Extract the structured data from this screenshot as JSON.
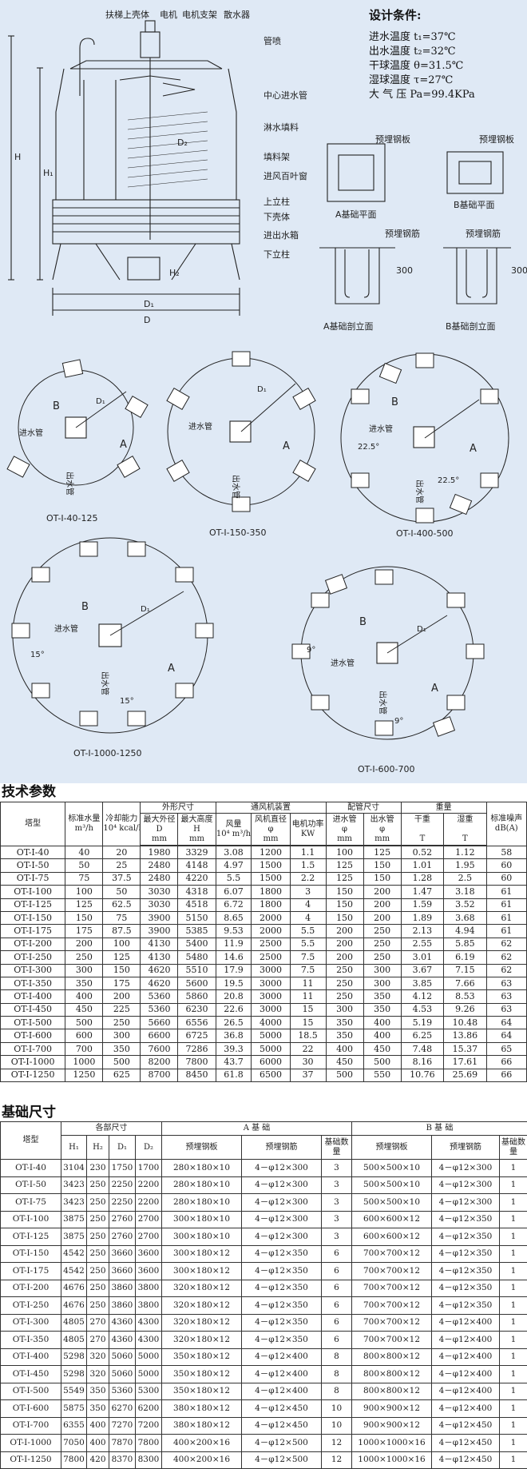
{
  "drawing": {
    "labels": {
      "ladder_top": "扶梯上壳体",
      "motor": "电机",
      "motor_bracket": "电机支架",
      "sprinkler": "散水器",
      "nozzle": "管喷",
      "center_pipe": "中心进水管",
      "fill": "淋水填料",
      "fill_frame": "填料架",
      "louver": "进风百叶窗",
      "upper_column": "上立柱",
      "lower_shell": "下壳体",
      "inlet_box": "进出水箱",
      "lower_column": "下立柱",
      "H": "H",
      "H1": "H₁",
      "H2": "H₂",
      "D": "D",
      "D1": "D₁",
      "D2": "D₂",
      "plate": "预埋钢板",
      "plate2": "预埋钢板",
      "rebar": "预埋钢筋",
      "rebar2": "预埋钢筋",
      "a_plan": "A基础平面",
      "b_plan": "B基础平面",
      "a_section": "A基础剖立面",
      "b_section": "B基础剖立面",
      "dim300a": "300",
      "dim300b": "300",
      "A": "A",
      "B": "B",
      "inlet_pipe": "进水管",
      "outlet_pipe": "出水管",
      "ang22": "22.5°",
      "ang22b": "22.5°",
      "ang15": "15°",
      "ang15b": "15°",
      "ang9": "9°",
      "ang9b": "9°"
    },
    "plans": [
      "OT-Ⅰ-40-125",
      "OT-Ⅰ-150-350",
      "OT-Ⅰ-400-500",
      "OT-Ⅰ-1000-1250",
      "OT-Ⅰ-600-700"
    ],
    "conditions": {
      "title": "设计条件:",
      "lines": [
        "进水温度 t₁=37℃",
        "出水温度 t₂=32℃",
        "干球温度 θ=31.5℃",
        "湿球温度 τ=27℃",
        "大 气 压 Pa=99.4KPa"
      ]
    }
  },
  "tech": {
    "title": "技术参数",
    "headers": {
      "tower": "塔型",
      "flow": "标准水量",
      "flow_unit": "m³/h",
      "capacity": "冷却能力",
      "capacity_unit": "10⁴ kcal/h",
      "dims_group": "外形尺寸",
      "od": "最大外径",
      "od_sym": "D",
      "od_unit": "mm",
      "height": "最大高度",
      "height_sym": "H",
      "height_unit": "mm",
      "fan_group": "通风机装置",
      "air": "风量",
      "air_unit": "10⁴ m³/h",
      "fan_dia": "风机直径",
      "fan_sym": "φ",
      "fan_unit": "mm",
      "motor": "电机功率",
      "motor_unit": "KW",
      "pipe_group": "配管尺寸",
      "inlet": "进水管",
      "inlet_sym": "φ",
      "inlet_unit": "mm",
      "outlet": "出水管",
      "outlet_sym": "φ",
      "outlet_unit": "mm",
      "weight_group": "重量",
      "dry": "干重",
      "dry_unit": "T",
      "wet": "湿重",
      "wet_unit": "T",
      "noise": "标准噪声",
      "noise_unit": "dB(A)"
    },
    "rows": [
      [
        "OT-Ⅰ-40",
        "40",
        "20",
        "1980",
        "3329",
        "3.08",
        "1200",
        "1.1",
        "100",
        "125",
        "0.52",
        "1.12",
        "58"
      ],
      [
        "OT-Ⅰ-50",
        "50",
        "25",
        "2480",
        "4148",
        "4.97",
        "1500",
        "1.5",
        "125",
        "150",
        "1.01",
        "1.95",
        "60"
      ],
      [
        "OT-Ⅰ-75",
        "75",
        "37.5",
        "2480",
        "4220",
        "5.5",
        "1500",
        "2.2",
        "125",
        "150",
        "1.28",
        "2.5",
        "60"
      ],
      [
        "OT-Ⅰ-100",
        "100",
        "50",
        "3030",
        "4318",
        "6.07",
        "1800",
        "3",
        "150",
        "200",
        "1.47",
        "3.18",
        "61"
      ],
      [
        "OT-Ⅰ-125",
        "125",
        "62.5",
        "3030",
        "4518",
        "6.72",
        "1800",
        "4",
        "150",
        "200",
        "1.59",
        "3.52",
        "61"
      ],
      [
        "OT-Ⅰ-150",
        "150",
        "75",
        "3900",
        "5150",
        "8.65",
        "2000",
        "4",
        "150",
        "200",
        "1.89",
        "3.68",
        "61"
      ],
      [
        "OT-Ⅰ-175",
        "175",
        "87.5",
        "3900",
        "5385",
        "9.53",
        "2000",
        "5.5",
        "200",
        "250",
        "2.13",
        "4.94",
        "61"
      ],
      [
        "OT-Ⅰ-200",
        "200",
        "100",
        "4130",
        "5400",
        "11.9",
        "2500",
        "5.5",
        "200",
        "250",
        "2.55",
        "5.85",
        "62"
      ],
      [
        "OT-Ⅰ-250",
        "250",
        "125",
        "4130",
        "5480",
        "14.6",
        "2500",
        "7.5",
        "200",
        "250",
        "3.01",
        "6.19",
        "62"
      ],
      [
        "OT-Ⅰ-300",
        "300",
        "150",
        "4620",
        "5510",
        "17.9",
        "3000",
        "7.5",
        "250",
        "300",
        "3.67",
        "7.15",
        "62"
      ],
      [
        "OT-Ⅰ-350",
        "350",
        "175",
        "4620",
        "5600",
        "19.5",
        "3000",
        "11",
        "250",
        "300",
        "3.85",
        "7.66",
        "63"
      ],
      [
        "OT-Ⅰ-400",
        "400",
        "200",
        "5360",
        "5860",
        "20.8",
        "3000",
        "11",
        "250",
        "350",
        "4.12",
        "8.53",
        "63"
      ],
      [
        "OT-Ⅰ-450",
        "450",
        "225",
        "5360",
        "6230",
        "22.6",
        "3000",
        "15",
        "300",
        "350",
        "4.53",
        "9.26",
        "63"
      ],
      [
        "OT-Ⅰ-500",
        "500",
        "250",
        "5660",
        "6556",
        "26.5",
        "4000",
        "15",
        "350",
        "400",
        "5.19",
        "10.48",
        "64"
      ],
      [
        "OT-Ⅰ-600",
        "600",
        "300",
        "6600",
        "6725",
        "36.8",
        "5000",
        "18.5",
        "350",
        "400",
        "6.25",
        "13.86",
        "64"
      ],
      [
        "OT-Ⅰ-700",
        "700",
        "350",
        "7600",
        "7286",
        "39.3",
        "5000",
        "22",
        "400",
        "450",
        "7.48",
        "15.37",
        "65"
      ],
      [
        "OT-Ⅰ-1000",
        "1000",
        "500",
        "8200",
        "7800",
        "43.7",
        "6000",
        "30",
        "450",
        "500",
        "8.16",
        "17.61",
        "66"
      ],
      [
        "OT-Ⅰ-1250",
        "1250",
        "625",
        "8700",
        "8450",
        "61.8",
        "6500",
        "37",
        "500",
        "550",
        "10.76",
        "25.69",
        "66"
      ]
    ]
  },
  "found": {
    "title": "基础尺寸",
    "headers": {
      "tower": "塔型",
      "dims_group": "各部尺寸",
      "h1": "H₁",
      "h2": "H₂",
      "d1": "D₁",
      "d2": "D₂",
      "a_group": "A 基 础",
      "a_plate": "预埋钢板",
      "a_rebar": "预埋钢筋",
      "a_count": "基础数量",
      "b_group": "B 基 础",
      "b_plate": "预埋钢板",
      "b_rebar": "预埋钢筋",
      "b_count": "基础数量"
    },
    "rows": [
      [
        "OT-Ⅰ-40",
        "3104",
        "230",
        "1750",
        "1700",
        "280×180×10",
        "4－φ12×300",
        "3",
        "500×500×10",
        "4－φ12×300",
        "1"
      ],
      [
        "OT-Ⅰ-50",
        "3423",
        "250",
        "2250",
        "2200",
        "280×180×10",
        "4－φ12×300",
        "3",
        "500×500×10",
        "4－φ12×300",
        "1"
      ],
      [
        "OT-Ⅰ-75",
        "3423",
        "250",
        "2250",
        "2200",
        "280×180×10",
        "4－φ12×300",
        "3",
        "500×500×10",
        "4－φ12×300",
        "1"
      ],
      [
        "OT-Ⅰ-100",
        "3875",
        "250",
        "2760",
        "2700",
        "300×180×10",
        "4－φ12×300",
        "3",
        "600×600×12",
        "4－φ12×350",
        "1"
      ],
      [
        "OT-Ⅰ-125",
        "3875",
        "250",
        "2760",
        "2700",
        "300×180×10",
        "4－φ12×300",
        "3",
        "600×600×12",
        "4－φ12×350",
        "1"
      ],
      [
        "OT-Ⅰ-150",
        "4542",
        "250",
        "3660",
        "3600",
        "300×180×12",
        "4－φ12×350",
        "6",
        "700×700×12",
        "4－φ12×350",
        "1"
      ],
      [
        "OT-Ⅰ-175",
        "4542",
        "250",
        "3660",
        "3600",
        "300×180×12",
        "4－φ12×350",
        "6",
        "700×700×12",
        "4－φ12×350",
        "1"
      ],
      [
        "OT-Ⅰ-200",
        "4676",
        "250",
        "3860",
        "3800",
        "320×180×12",
        "4－φ12×350",
        "6",
        "700×700×12",
        "4－φ12×350",
        "1"
      ],
      [
        "OT-Ⅰ-250",
        "4676",
        "250",
        "3860",
        "3800",
        "320×180×12",
        "4－φ12×350",
        "6",
        "700×700×12",
        "4－φ12×350",
        "1"
      ],
      [
        "OT-Ⅰ-300",
        "4805",
        "270",
        "4360",
        "4300",
        "320×180×12",
        "4－φ12×350",
        "6",
        "700×700×12",
        "4－φ12×400",
        "1"
      ],
      [
        "OT-Ⅰ-350",
        "4805",
        "270",
        "4360",
        "4300",
        "320×180×12",
        "4－φ12×350",
        "6",
        "700×700×12",
        "4－φ12×400",
        "1"
      ],
      [
        "OT-Ⅰ-400",
        "5298",
        "320",
        "5060",
        "5000",
        "350×180×12",
        "4－φ12×400",
        "8",
        "800×800×12",
        "4－φ12×400",
        "1"
      ],
      [
        "OT-Ⅰ-450",
        "5298",
        "320",
        "5060",
        "5000",
        "350×180×12",
        "4－φ12×400",
        "8",
        "800×800×12",
        "4－φ12×400",
        "1"
      ],
      [
        "OT-Ⅰ-500",
        "5549",
        "350",
        "5360",
        "5300",
        "350×180×12",
        "4－φ12×400",
        "8",
        "800×800×12",
        "4－φ12×400",
        "1"
      ],
      [
        "OT-Ⅰ-600",
        "5875",
        "350",
        "6270",
        "6200",
        "380×180×12",
        "4－φ12×450",
        "10",
        "900×900×12",
        "4－φ12×400",
        "1"
      ],
      [
        "OT-Ⅰ-700",
        "6355",
        "400",
        "7270",
        "7200",
        "380×180×12",
        "4－φ12×450",
        "10",
        "900×900×12",
        "4－φ12×450",
        "1"
      ],
      [
        "OT-Ⅰ-1000",
        "7050",
        "400",
        "7870",
        "7800",
        "400×200×16",
        "4－φ12×500",
        "12",
        "1000×1000×16",
        "4－φ12×450",
        "1"
      ],
      [
        "OT-Ⅰ-1250",
        "7800",
        "420",
        "8370",
        "8300",
        "400×200×16",
        "4－φ12×500",
        "12",
        "1000×1000×16",
        "4－φ12×450",
        "1"
      ]
    ]
  }
}
